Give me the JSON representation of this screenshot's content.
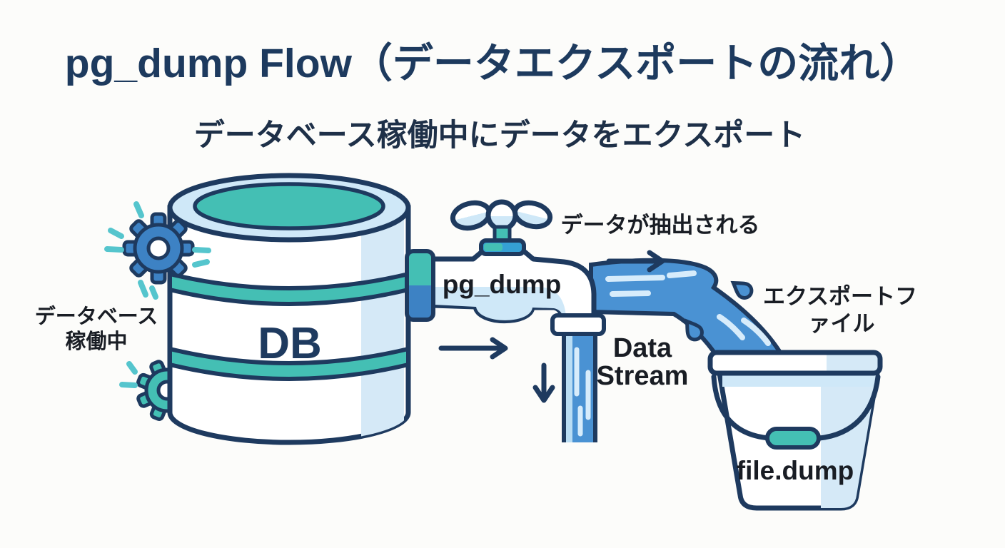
{
  "title": "pg_dump Flow（データエクスポートの流れ）",
  "subtitle": "データベース稼働中にデータをエクスポート",
  "database": {
    "label": "DB",
    "status_line1": "データベース",
    "status_line2": "稼働中"
  },
  "faucet": {
    "label": "pg_dump"
  },
  "annotations": {
    "extraction": "データが抽出される",
    "stream_line1": "Data",
    "stream_line2": "Stream",
    "export_line1": "エクスポートフ",
    "export_line2": "ァイル"
  },
  "bucket": {
    "label": "file.dump"
  },
  "colors": {
    "background": "#fcfcfa",
    "outline": "#1e3a5f",
    "title_text": "#1d3a5e",
    "subtitle_text": "#1e3048",
    "label_text": "#191d24",
    "teal": "#44bfb4",
    "spark": "#55c5cd",
    "gear_blue": "#3d82c4",
    "water_blue": "#4a92d3",
    "light_blue": "#cfe8f8",
    "pale_blue": "#d5e9f7",
    "sky_blue": "#b9ddf4",
    "mount_blue": "#35a0d4"
  }
}
